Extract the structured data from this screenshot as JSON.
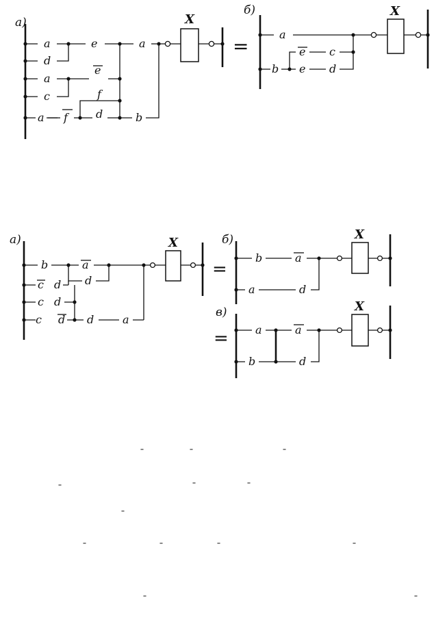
{
  "figure1": {
    "panel_a": {
      "tag": "а)",
      "labels": [
        "a",
        "e",
        "a",
        "d",
        "a",
        "e",
        "c",
        "f",
        "a",
        "f",
        "d",
        "b"
      ],
      "output": "X"
    },
    "equals": "=",
    "panel_b": {
      "tag": "б)",
      "labels": [
        "a",
        "e",
        "c",
        "b",
        "e",
        "d"
      ],
      "output": "X"
    }
  },
  "figure2": {
    "panel_a": {
      "tag": "а)",
      "labels": [
        "b",
        "a",
        "d",
        "c",
        "d",
        "c",
        "d",
        "c",
        "d",
        "d",
        "a"
      ],
      "output": "X"
    },
    "equals": "=",
    "panel_b": {
      "tag": "б)",
      "labels": [
        "b",
        "a",
        "a",
        "d"
      ],
      "output": "X"
    },
    "panel_c": {
      "tag": "в)",
      "labels": [
        "a",
        "a",
        "b",
        "d"
      ],
      "output": "X",
      "equals": "="
    }
  },
  "text_lines_visible": [
    "¯",
    "¯",
    "¯",
    "¯",
    "¯",
    "¯",
    "¯",
    "¯",
    "¯",
    "¯",
    "¯",
    "¯",
    "¯",
    "¯"
  ]
}
